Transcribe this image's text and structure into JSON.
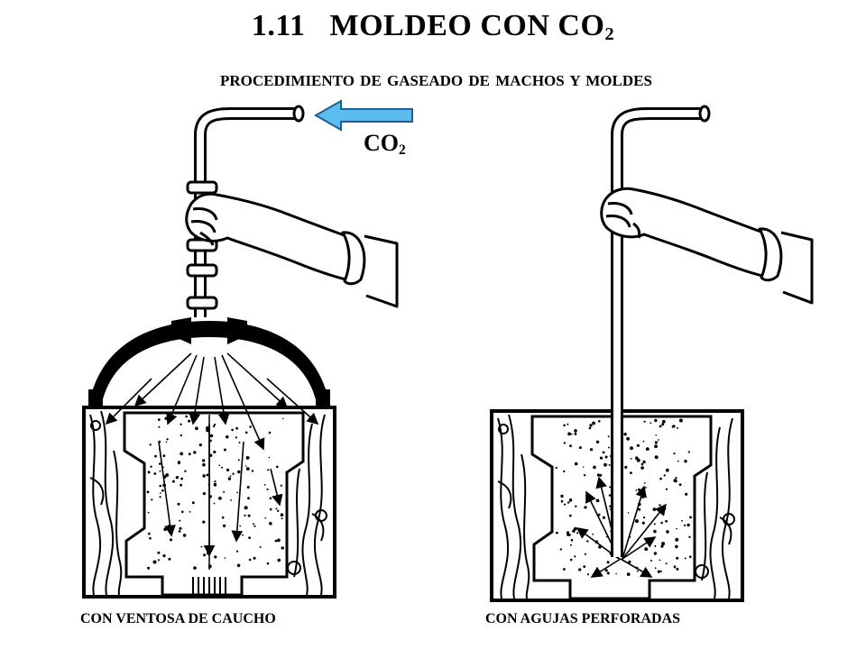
{
  "title": {
    "number": "1.11",
    "text": "MOLDEO CON CO",
    "subscript": "2"
  },
  "subtitle": "PROCEDIMIENTO DE GASEADO DE MACHOS Y MOLDES",
  "gas_label": {
    "text": "CO",
    "subscript": "2"
  },
  "captions": {
    "left": "CON VENTOSA DE CAUCHO",
    "right": "CON AGUJAS PERFORADAS"
  },
  "colors": {
    "arrow_fill": "#5bbcf0",
    "arrow_stroke": "#1f5f95",
    "ink": "#000000",
    "paper": "#ffffff"
  }
}
